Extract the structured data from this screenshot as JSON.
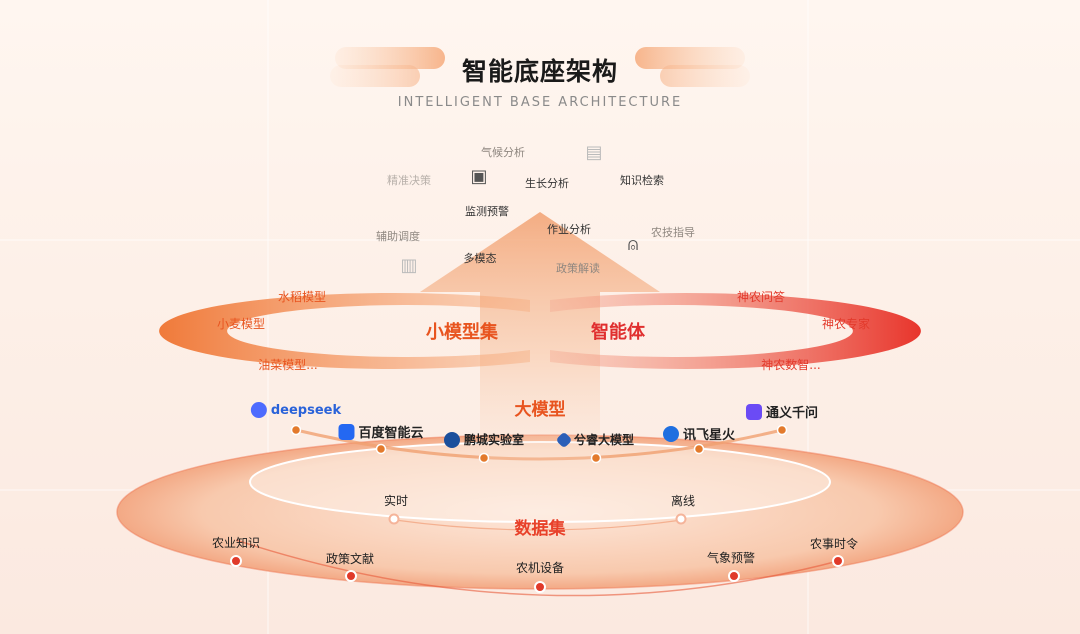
{
  "header": {
    "title": "智能底座架构",
    "subtitle": "INTELLIGENT BASE ARCHITECTURE"
  },
  "applications": [
    {
      "label": "气候分析",
      "tone": "mid"
    },
    {
      "label": "精准决策",
      "tone": "faded"
    },
    {
      "label": "生长分析",
      "tone": "dark"
    },
    {
      "label": "知识检索",
      "tone": "dark"
    },
    {
      "label": "监测预警",
      "tone": "dark"
    },
    {
      "label": "辅助调度",
      "tone": "mid"
    },
    {
      "label": "作业分析",
      "tone": "dark"
    },
    {
      "label": "农技指导",
      "tone": "mid"
    },
    {
      "label": "多模态",
      "tone": "dark"
    },
    {
      "label": "政策解读",
      "tone": "mid"
    }
  ],
  "icons": [
    {
      "name": "document-icon",
      "glyph": "▤"
    },
    {
      "name": "presentation-icon",
      "glyph": "▣"
    },
    {
      "name": "alarm-icon",
      "glyph": "⍝"
    },
    {
      "name": "bar-chart-icon",
      "glyph": "▥"
    }
  ],
  "small_model_set": {
    "label": "小模型集",
    "items": [
      "水稻模型",
      "小麦模型",
      "油菜模型..."
    ]
  },
  "agents": {
    "label": "智能体",
    "items": [
      "神农问答",
      "神农专家",
      "神农数智..."
    ]
  },
  "big_models": {
    "label": "大模型",
    "brands": [
      {
        "name": "deepseek",
        "color": "#4d6bfe"
      },
      {
        "name": "百度智能云",
        "color": "#2468f2"
      },
      {
        "name": "鹏城实验室",
        "color": "#1b4f9c"
      },
      {
        "name": "兮睿大模型",
        "color": "#2b5fb8"
      },
      {
        "name": "讯飞星火",
        "color": "#1f6fe0"
      },
      {
        "name": "通义千问",
        "color": "#6b4bf5"
      }
    ]
  },
  "datasets": {
    "label": "数据集",
    "inner": [
      "实时",
      "离线"
    ],
    "outer": [
      "农业知识",
      "政策文献",
      "农机设备",
      "气象预警",
      "农事时令"
    ]
  },
  "colors": {
    "accent_orange": "#e8541f",
    "accent_red": "#e02f2f",
    "dot_orange": "#e37a2c",
    "dot_red": "#e03a2a"
  }
}
